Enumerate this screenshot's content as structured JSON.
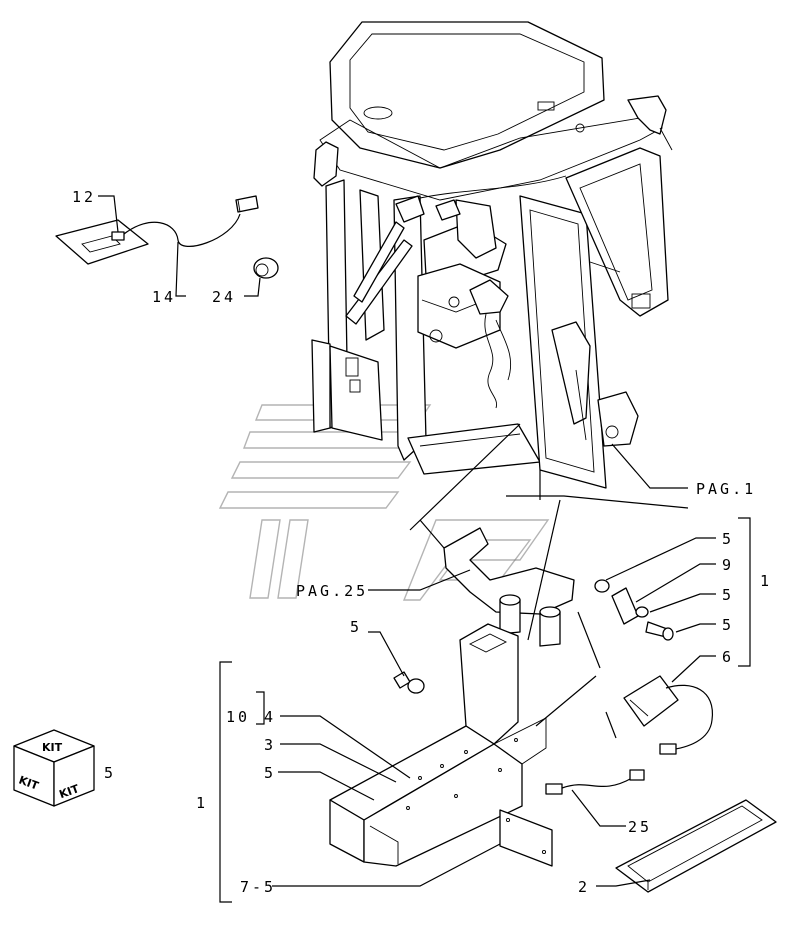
{
  "labels": {
    "c12": "12",
    "c14": "14",
    "c24": "24",
    "pag1": "PAG.1",
    "pag25": "PAG.25",
    "r5a": "5",
    "r9": "9",
    "r5b": "5",
    "r5c": "5",
    "r1": "1",
    "r6": "6",
    "m5": "5",
    "l10": "10",
    "l4": "4",
    "l3": "3",
    "l5": "5",
    "l1": "1",
    "l75": "7-5",
    "b25": "25",
    "b2": "2",
    "kit5": "5"
  },
  "kit_box": {
    "top": "KIT",
    "left": "KIT",
    "right": "KIT"
  }
}
